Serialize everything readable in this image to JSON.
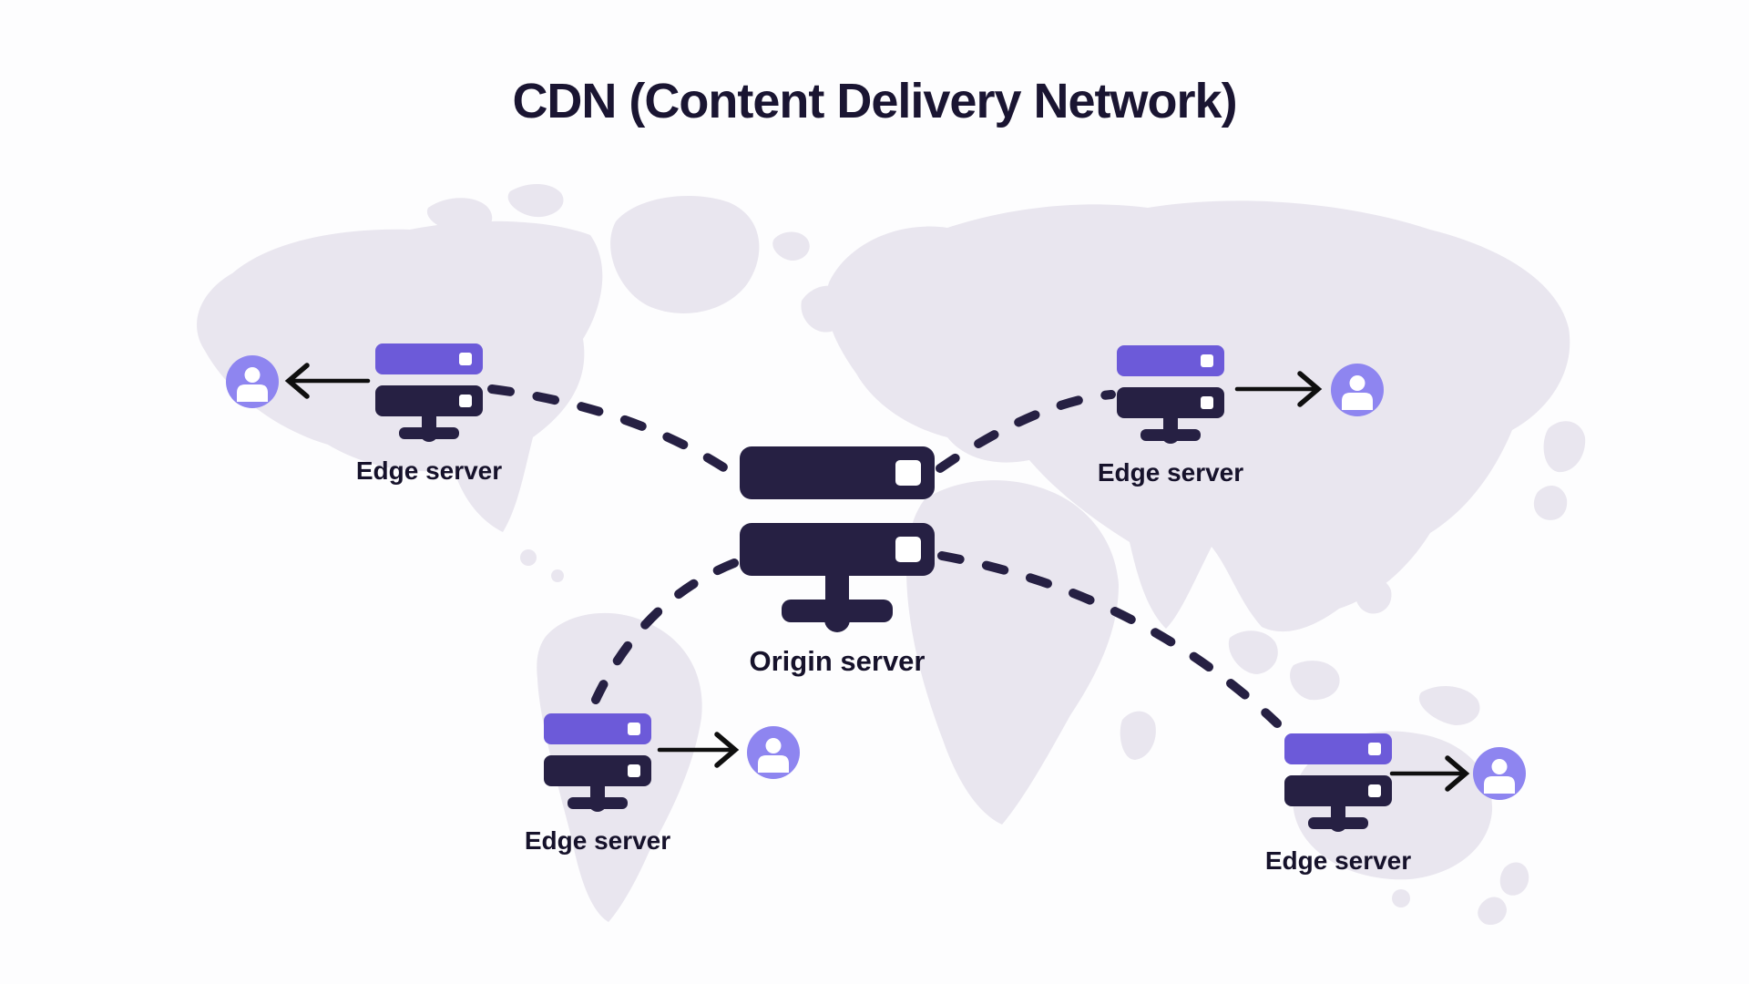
{
  "title": "CDN (Content Delivery Network)",
  "diagram": {
    "origin_server": {
      "label": "Origin server",
      "icon": "server-stack-icon"
    },
    "edge_servers": [
      {
        "position": "top-left",
        "label": "Edge server",
        "icon": "server-stack-icon"
      },
      {
        "position": "top-right",
        "label": "Edge server",
        "icon": "server-stack-icon"
      },
      {
        "position": "bottom-left",
        "label": "Edge server",
        "icon": "server-stack-icon"
      },
      {
        "position": "bottom-right",
        "label": "Edge server",
        "icon": "server-stack-icon"
      }
    ],
    "users": {
      "count": 4,
      "icon": "user-avatar-icon"
    },
    "connections": {
      "origin_to_edge_style": "dashed-curve",
      "edge_to_user_style": "solid-arrow"
    },
    "background_art": "world-map-silhouette"
  },
  "colors": {
    "background": "#FDFDFE",
    "map_fill": "#E9E6EF",
    "dark_navy": "#262043",
    "accent_purple": "#6C5AD9",
    "user_purple": "#8E85F0",
    "title_color": "#1A1532",
    "label_color": "#16122B",
    "arrow_black": "#0F0F0F",
    "white": "#FFFFFF"
  }
}
